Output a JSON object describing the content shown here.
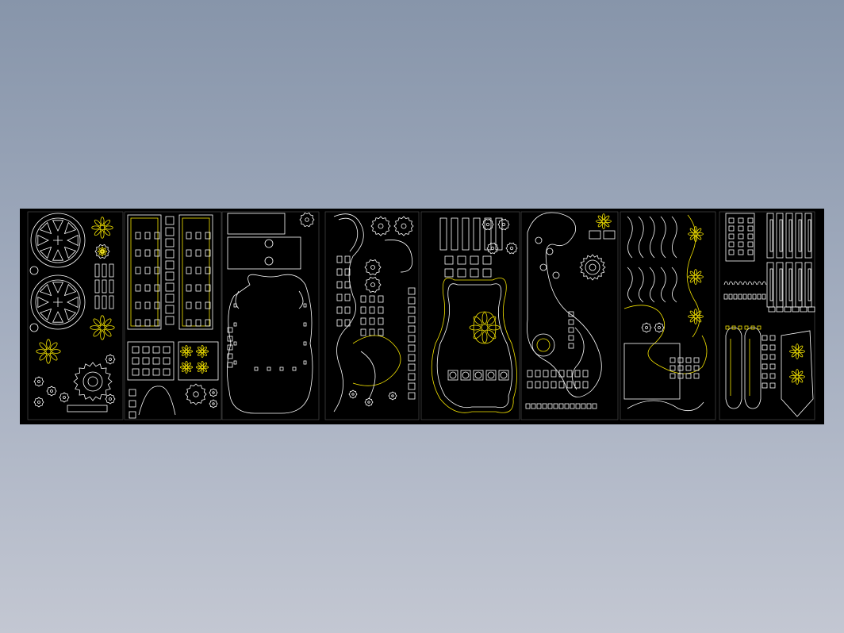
{
  "drawing": {
    "background_color": "#000000",
    "line_color": "#ffffff",
    "highlight_color": "#f5e400",
    "sheet_count": 8,
    "sheets": [
      {
        "id": "sheet-1",
        "theme": "gears-and-wheels"
      },
      {
        "id": "sheet-2",
        "theme": "rectangular-panels"
      },
      {
        "id": "sheet-3",
        "theme": "base-plate"
      },
      {
        "id": "sheet-4",
        "theme": "scroll-parts"
      },
      {
        "id": "sheet-5",
        "theme": "ornate-frame"
      },
      {
        "id": "sheet-6",
        "theme": "curved-arm"
      },
      {
        "id": "sheet-7",
        "theme": "leaf-ornaments"
      },
      {
        "id": "sheet-8",
        "theme": "strips-and-brackets"
      }
    ]
  }
}
